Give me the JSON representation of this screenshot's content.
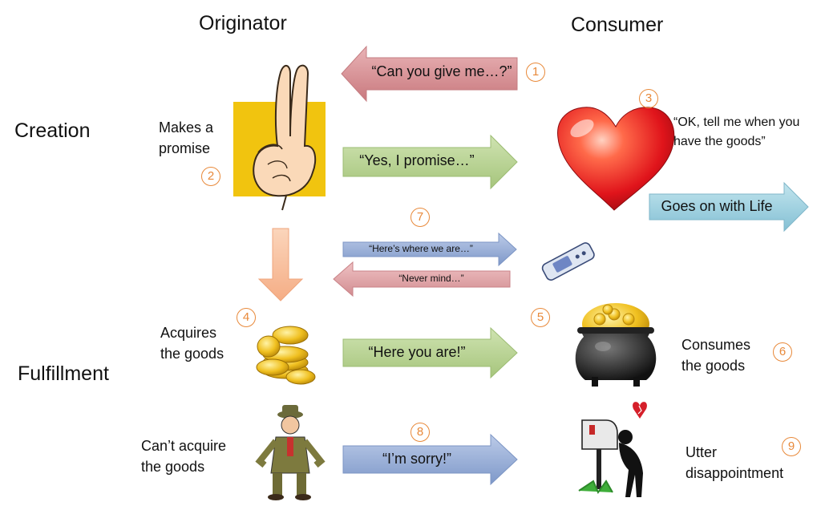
{
  "columns": {
    "originator": "Originator",
    "consumer": "Consumer"
  },
  "rows": {
    "creation": "Creation",
    "fulfillment": "Fulfillment"
  },
  "steps": {
    "s1": "1",
    "s2": "2",
    "s3": "3",
    "s4": "4",
    "s5": "5",
    "s6": "6",
    "s7": "7",
    "s8": "8",
    "s9": "9"
  },
  "arrows": {
    "request": "“Can you give me…?”",
    "promise": "“Yes, I promise…”",
    "goes_on": "Goes on with Life",
    "progress": "“Here’s where we are…”",
    "never_mind": "“Never mind…”",
    "here_you_are": "“Here you are!”",
    "sorry": "“I’m sorry!”"
  },
  "labels": {
    "makes_promise_1": "Makes a",
    "makes_promise_2": "promise",
    "ok_reply_1": "“OK, tell me when you",
    "ok_reply_2": "have the goods”",
    "acquires_1": "Acquires",
    "acquires_2": "the goods",
    "consumes_1": "Consumes",
    "consumes_2": "the goods",
    "cant_acquire_1": "Can’t acquire",
    "cant_acquire_2": "the goods",
    "utter_1": "Utter",
    "utter_2": "disappointment"
  },
  "colors": {
    "request_arrow": "#d9969b",
    "promise_arrow": "#b9d494",
    "goes_on_arrow": "#9fd1e0",
    "progress_arrow": "#9cb1d8",
    "never_mind_arrow": "#e0a3a6",
    "down_arrow": "#f8c4a2",
    "step_circle": "#e8893a"
  },
  "icons": [
    "two-finger-promise-icon",
    "heart-icon",
    "mobile-phone-icon",
    "gold-coins-icon",
    "pot-of-gold-icon",
    "broke-man-icon",
    "mailbox-disappointment-icon"
  ]
}
